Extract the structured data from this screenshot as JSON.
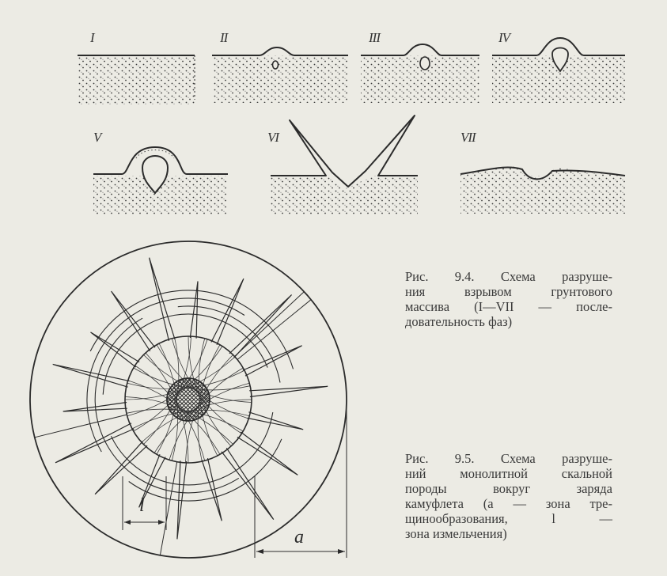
{
  "phase_labels": [
    "I",
    "II",
    "III",
    "IV",
    "V",
    "VI",
    "VII"
  ],
  "caption_9_4": {
    "lines": [
      "Рис. 9.4. Схема разруше-",
      "ния взрывом грунтового",
      "массива (I—VII — после-",
      "довательность фаз)"
    ]
  },
  "caption_9_5": {
    "lines": [
      "Рис. 9.5. Схема разруше-",
      "ний монолитной скальной",
      "породы вокруг заряда",
      "камуфлета (a — зона тре-",
      "щинообразования, l —",
      "зона измельчения)"
    ]
  },
  "dimension_labels": {
    "l": "l",
    "a": "a"
  },
  "colors": {
    "paper": "#ecebe4",
    "ink": "#2b2b2b"
  }
}
